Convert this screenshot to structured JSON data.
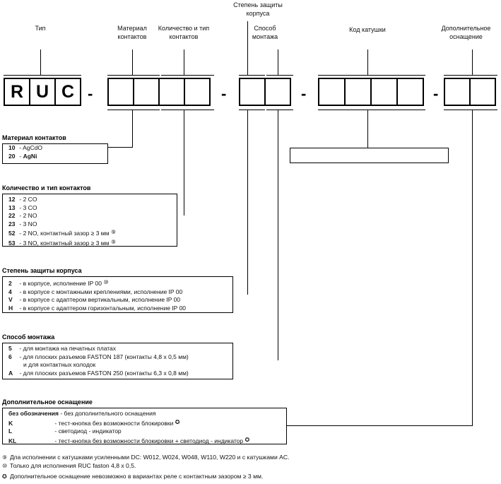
{
  "diagram": {
    "title": "RUC relay ordering code structure",
    "captions": [
      {
        "id": "type",
        "text": "Тип"
      },
      {
        "id": "contact-material",
        "text": "Материал\nконтактов"
      },
      {
        "id": "contact-count",
        "text": "Количество и тип\nконтактов"
      },
      {
        "id": "housing-protection",
        "text": "Степень защиты\nкорпуса"
      },
      {
        "id": "mounting-method",
        "text": "Способ\nмонтажа"
      },
      {
        "id": "coil-code",
        "text": "Код катушки"
      },
      {
        "id": "extra-equipment",
        "text": "Дополнительное\nоснащение"
      }
    ],
    "code_cells": {
      "type": [
        "R",
        "U",
        "C"
      ],
      "group2": [
        "",
        "",
        "",
        ""
      ],
      "group3": [
        "",
        ""
      ],
      "group4": [
        "",
        "",
        "",
        ""
      ],
      "group5": [
        "",
        ""
      ],
      "separator": "-"
    }
  },
  "blocks": [
    {
      "id": "contact-material",
      "title": "Материал контактов",
      "items": [
        {
          "key": "10",
          "sep": "-",
          "text": "AgCdO",
          "bold": false,
          "mark": ""
        },
        {
          "key": "20",
          "sep": "-",
          "text": "AgNi",
          "bold": true,
          "mark": ""
        }
      ]
    },
    {
      "id": "contact-count",
      "title": "Количество и тип контактов",
      "items": [
        {
          "key": "12",
          "sep": "-",
          "text": "2 CO",
          "bold": false,
          "mark": ""
        },
        {
          "key": "13",
          "sep": "-",
          "text": "3 CO",
          "bold": false,
          "mark": ""
        },
        {
          "key": "22",
          "sep": "-",
          "text": "2 NO",
          "bold": false,
          "mark": ""
        },
        {
          "key": "23",
          "sep": "-",
          "text": "3 NO",
          "bold": false,
          "mark": ""
        },
        {
          "key": "52",
          "sep": "-",
          "text": "2 NO, контактный зазор ≥ 3 мм",
          "bold": false,
          "mark": "⑨"
        },
        {
          "key": "53",
          "sep": "-",
          "text": "3 NO, контактный зазор ≥ 3 мм",
          "bold": false,
          "mark": "⑨"
        }
      ]
    },
    {
      "id": "housing-protection",
      "title": "Степень защиты корпуса",
      "items": [
        {
          "key": "2",
          "sep": "-",
          "text": "в корпусе, исполнение IP 00",
          "bold": false,
          "mark": "⑩"
        },
        {
          "key": "4",
          "sep": "-",
          "text": "в корпусе с монтажными креплениями, исполнение IP 00",
          "bold": false,
          "mark": ""
        },
        {
          "key": "V",
          "sep": "-",
          "text": "в корпусе с адаптером вертикальным, исполнение IP 00",
          "bold": false,
          "mark": ""
        },
        {
          "key": "H",
          "sep": "-",
          "text": "в корпусе с адаптером горизонтальным, исполнение IP 00",
          "bold": false,
          "mark": ""
        }
      ]
    },
    {
      "id": "mounting-method",
      "title": "Способ монтажа",
      "items": [
        {
          "key": "5",
          "sep": "-",
          "text": "для монтажа на печатных платах",
          "bold": false,
          "mark": ""
        },
        {
          "key": "6",
          "sep": "-",
          "text": "для плоских разъемов FASTON 187 (контакты 4,8 x 0,5 мм)",
          "bold": false,
          "mark": ""
        },
        {
          "key": "",
          "sep": "",
          "text": "и для контактных колодок",
          "bold": false,
          "mark": ""
        },
        {
          "key": "A",
          "sep": "-",
          "text": "для плоских разъемов FASTON 250 (контакты 6,3 x 0,8 мм)",
          "bold": false,
          "mark": ""
        }
      ]
    },
    {
      "id": "extra-equipment",
      "title": "Дополнительное оснащение",
      "items": [
        {
          "key": "без обозначения",
          "sep": "-",
          "text": "без дополнительного оснащения",
          "bold": true,
          "mark": ""
        },
        {
          "key": "K",
          "sep": "-",
          "text": "тест-кнопка без возможности блокировки",
          "bold": true,
          "mark": "✪"
        },
        {
          "key": "L",
          "sep": "-",
          "text": "светодиод - индикатор",
          "bold": true,
          "mark": ""
        },
        {
          "key": "KL",
          "sep": "-",
          "text": "тест-кнопка без возможности блокировки  +  светодиод - индикатор",
          "bold": true,
          "mark": "✪"
        }
      ]
    }
  ],
  "footnotes": [
    {
      "symbol": "⑨",
      "text": "Дпа исполнении с катушками усиленными DC: W012, W024, W048, W110, W220 и с катушками AC."
    },
    {
      "symbol": "⑩",
      "text": "Только для исполнения RUC faston 4,8 x 0,5."
    },
    {
      "symbol": "✪",
      "text": "Дополнительное оснащение невозможно в вариантах реле с контактным зазором ≥ 3 мм."
    }
  ]
}
